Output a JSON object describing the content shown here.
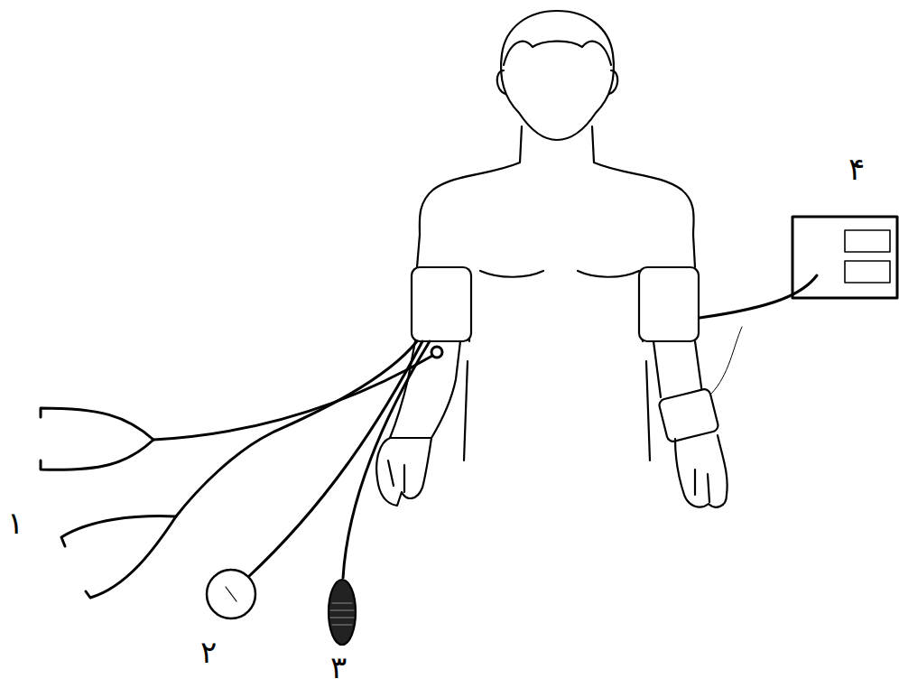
{
  "diagram": {
    "labels": [
      "۴",
      "۱",
      "۲",
      "۳"
    ]
  }
}
